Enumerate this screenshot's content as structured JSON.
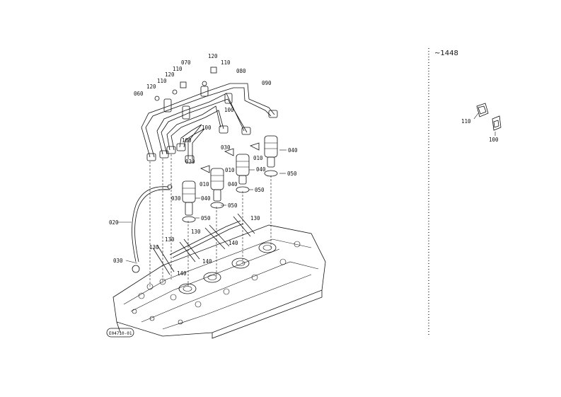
{
  "header": {
    "range_label": "~1448"
  },
  "stamp": {
    "code": "E04710-01"
  },
  "callouts": {
    "c020": "020",
    "c030": "030",
    "c040": "040",
    "c050": "050",
    "c060": "060",
    "c070": "070",
    "c080": "080",
    "c090": "090",
    "c100": "100",
    "c110": "110",
    "c120": "120",
    "c130": "130",
    "c140": "140",
    "c010": "010"
  },
  "inset": {
    "part_a": "110",
    "part_b": "100"
  }
}
